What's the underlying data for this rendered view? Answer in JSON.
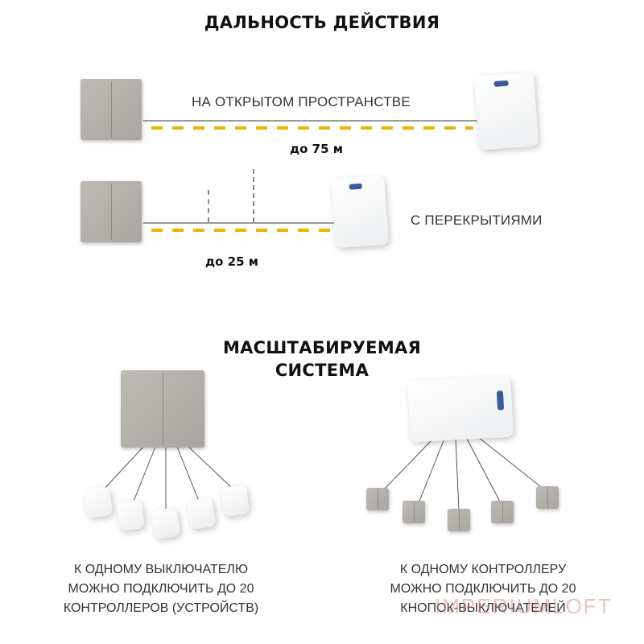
{
  "range_section": {
    "title": "ДАЛЬНОСТЬ ДЕЙСТВИЯ",
    "open_space_label": "НА ОТКРЫТОМ ПРОСТРАНСТВЕ",
    "open_space_distance": "до 75 м",
    "obstacles_label": "С ПЕРЕКРЫТИЯМИ",
    "obstacles_distance": "до 25 м",
    "signal_color": "#f0b100"
  },
  "scalable_section": {
    "title_line1": "МАСШТАБИРУЕМАЯ",
    "title_line2": "СИСТЕМА",
    "left_caption": [
      "К ОДНОМУ ВЫКЛЮЧАТЕЛЮ",
      "МОЖНО ПОДКЛЮЧИТЬ ДО 20",
      "КОНТРОЛЛЕРОВ (УСТРОЙСТВ)"
    ],
    "right_caption": [
      "К ОДНОМУ КОНТРОЛЛЕРУ",
      "МОЖНО ПОДКЛЮЧИТЬ ДО 20",
      "КНОПОК-ВЫКЛЮЧАТЕЛЕЙ"
    ]
  },
  "watermark": "IMPERIUMLOFT"
}
